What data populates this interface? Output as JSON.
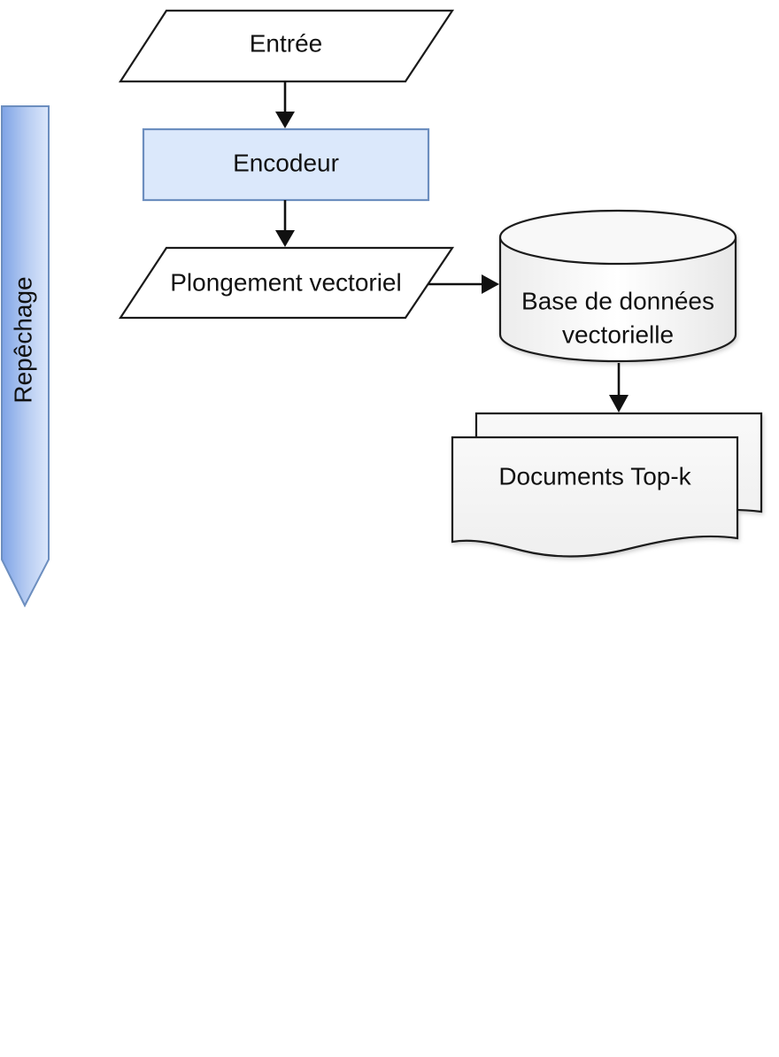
{
  "diagram": {
    "side_label": "Repêchage",
    "nodes": {
      "input": "Entrée",
      "encoder": "Encodeur",
      "embedding": "Plongement vectoriel",
      "database_line1": "Base de données",
      "database_line2": "vectorielle",
      "documents": "Documents Top-k"
    },
    "colors": {
      "encoder_fill": "#dbe8fb",
      "encoder_stroke": "#6c8ebf",
      "side_banner_fill": "#b8cdf2",
      "side_banner_stroke": "#6c8ebf",
      "shape_fill_light": "#f5f5f5",
      "document_fill": "#f4f4f4"
    }
  }
}
